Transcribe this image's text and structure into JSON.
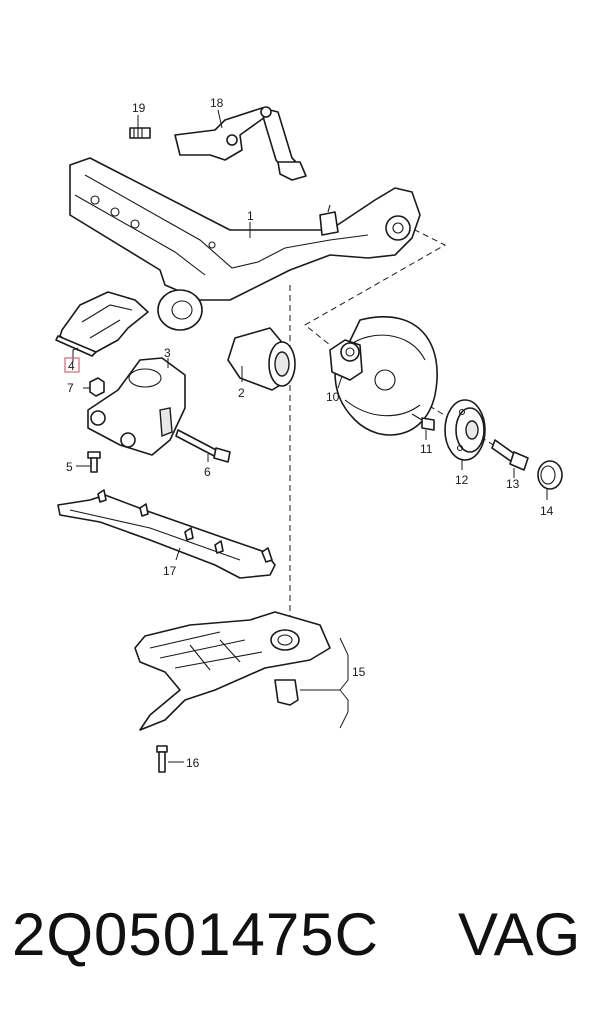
{
  "labels": {
    "l1": "1",
    "l2": "2",
    "l3": "3",
    "l4": "4",
    "l5": "5",
    "l6": "6",
    "l7": "7",
    "l10": "10",
    "l11": "11",
    "l12": "12",
    "l13": "13",
    "l14": "14",
    "l15": "15",
    "l16": "16",
    "l17": "17",
    "l18": "18",
    "l19": "19"
  },
  "highlight_color": "#e06070",
  "footer": {
    "part_number": "2Q0501475C",
    "brand": "VAG"
  }
}
